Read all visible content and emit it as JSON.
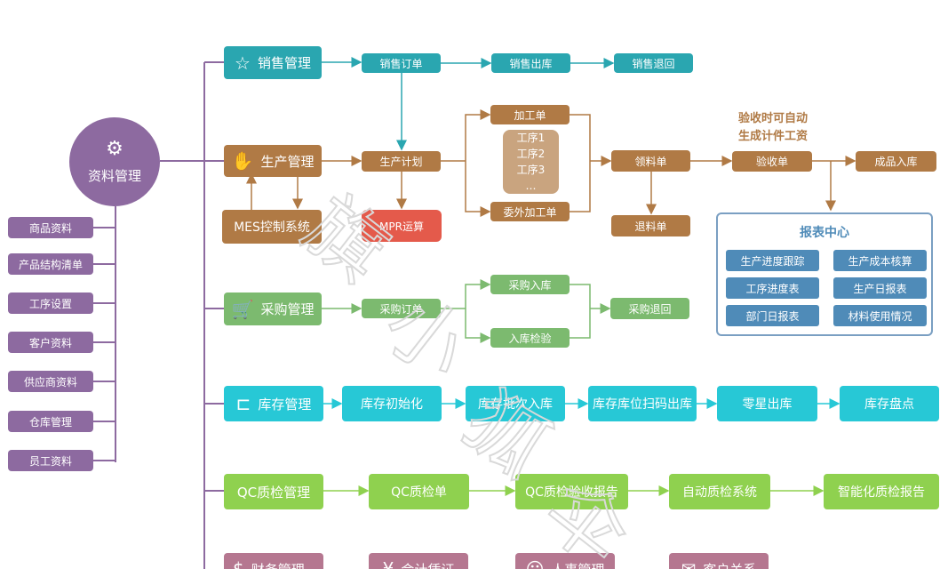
{
  "hub": {
    "label": "资料管理",
    "icon": "gear-icon"
  },
  "sidebar": {
    "items": [
      "商品资料",
      "产品结构清单",
      "工序设置",
      "客户资料",
      "供应商资料",
      "仓库管理",
      "员工资料"
    ]
  },
  "sales": {
    "label": "销售管理",
    "icon": "star-icon",
    "steps": [
      "销售订单",
      "销售出库",
      "销售退回"
    ]
  },
  "production": {
    "label": "生产管理",
    "icon": "hand-gear-icon",
    "mes": "MES控制系统",
    "mpr": "MPR运算",
    "plan": "生产计划",
    "process_order": "加工单",
    "outsource_order": "委外加工单",
    "processes": [
      "工序1",
      "工序2",
      "工序3",
      "…"
    ],
    "material_request": "领料单",
    "material_return": "退料单",
    "acceptance": "验收单",
    "finished_in": "成品入库",
    "note_lines": [
      "验收时可自动",
      "生成计件工资"
    ]
  },
  "report_center": {
    "title": "报表中心",
    "items": [
      "生产进度跟踪",
      "生产成本核算",
      "工序进度表",
      "生产日报表",
      "部门日报表",
      "材料使用情况"
    ]
  },
  "purchase": {
    "label": "采购管理",
    "icon": "cart-icon",
    "order": "采购订单",
    "in": "采购入库",
    "inspection": "入库检验",
    "return": "采购退回"
  },
  "inventory": {
    "label": "库存管理",
    "icon": "shelf-icon",
    "steps": [
      "库存初始化",
      "库存批次入库",
      "库存库位扫码出库",
      "零星出库",
      "库存盘点"
    ]
  },
  "qc": {
    "label": "QC质检管理",
    "steps": [
      "QC质检单",
      "QC质检验收报告",
      "自动质检系统",
      "智能化质检报告"
    ]
  },
  "bottom": {
    "items": [
      "财务管理",
      "会计凭证",
      "人事管理",
      "客户关系"
    ],
    "icons": [
      "finance-icon",
      "voucher-icon",
      "person-icon",
      "handshake-icon"
    ]
  },
  "watermark": [
    "旗",
    "小",
    "狐",
    "伞"
  ],
  "colors": {
    "teal": "#2aa6b0",
    "brown": "#b07a45",
    "green": "#7cba6f",
    "cyan": "#27c8d6",
    "lime": "#8fd14f",
    "purple": "#8d6aa0",
    "pink": "#b57790",
    "red": "#e45a4b",
    "blue": "#4f8bb8"
  }
}
